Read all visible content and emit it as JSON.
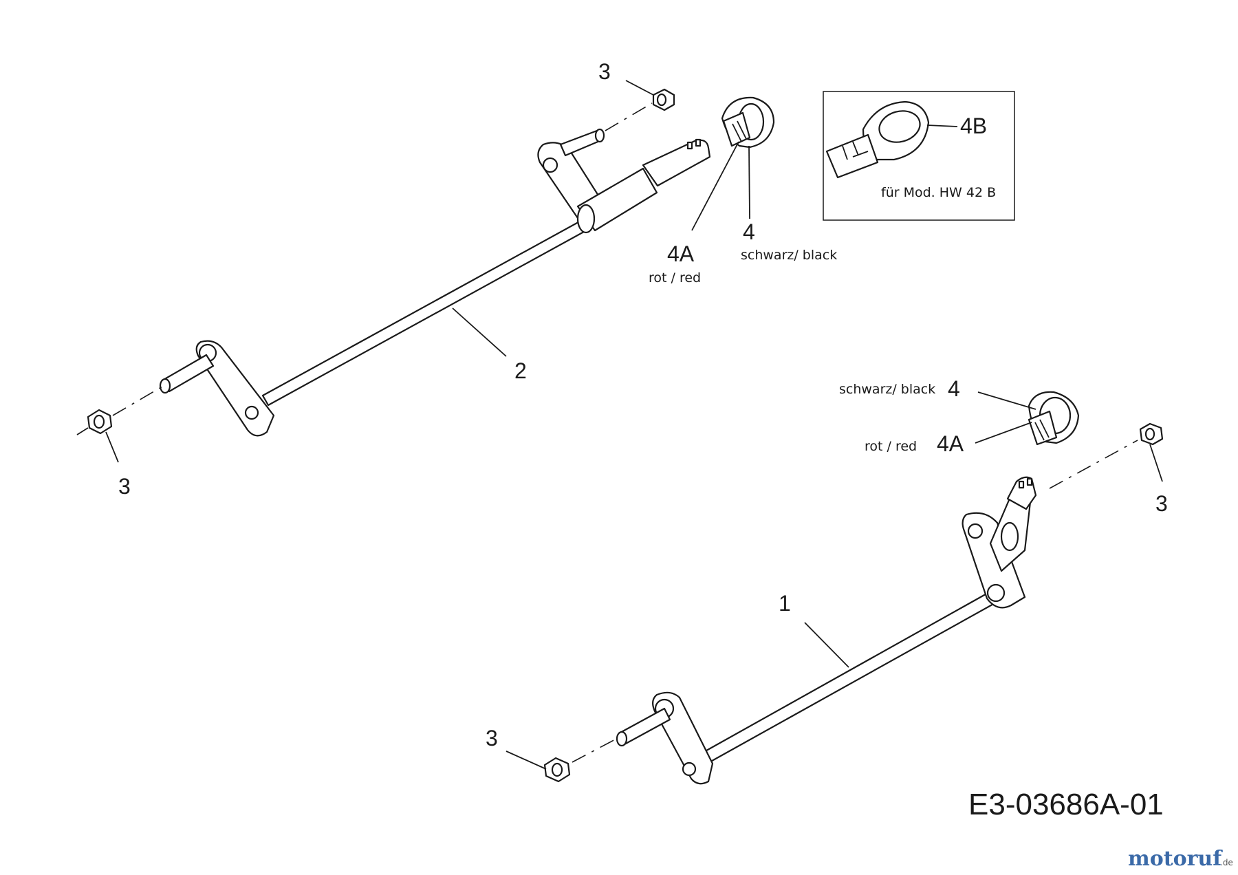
{
  "labels": {
    "nut_top": "3",
    "nut_left": "3",
    "nut_right": "3",
    "nut_bottom": "3",
    "axle_rear": "2",
    "axle_front": "1",
    "cap_top": "4",
    "cap_top_color": "schwarz/ black",
    "cap_top_alt": "4A",
    "cap_top_alt_color": "rot / red",
    "cap_right": "4",
    "cap_right_color": "schwarz/ black",
    "cap_right_alt": "4A",
    "cap_right_alt_color": "rot / red",
    "inset_part": "4B",
    "inset_note": "für Mod. HW 42 B"
  },
  "diagram_code": "E3-03686A-01",
  "watermark": {
    "brand": "motoruf",
    "tld": ".de"
  },
  "colors": {
    "line": "#1a1a1a",
    "background": "#ffffff"
  }
}
